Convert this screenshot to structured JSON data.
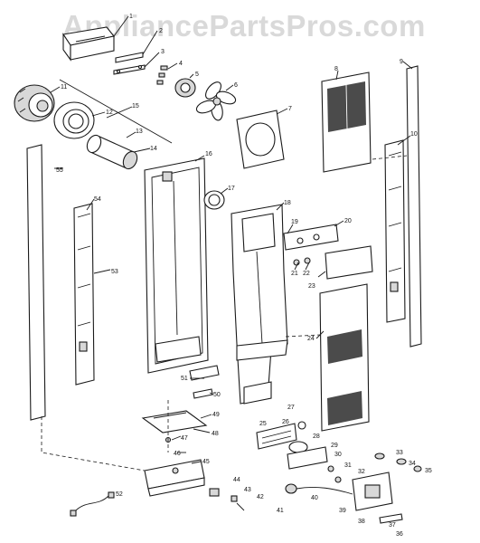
{
  "watermark": "AppliancePartsPros.com",
  "callouts": [
    "1",
    "2",
    "3",
    "4",
    "5",
    "6",
    "7",
    "8",
    "9",
    "10",
    "11",
    "12",
    "13",
    "14",
    "15",
    "16",
    "17",
    "18",
    "19",
    "20",
    "21",
    "22",
    "23",
    "24",
    "25",
    "26",
    "27",
    "28",
    "29",
    "30",
    "31",
    "32",
    "33",
    "34",
    "35",
    "36",
    "37",
    "38",
    "39",
    "40",
    "41",
    "42",
    "43",
    "44",
    "45",
    "46",
    "47",
    "48",
    "49",
    "50",
    "51",
    "52",
    "53",
    "54",
    "55"
  ]
}
